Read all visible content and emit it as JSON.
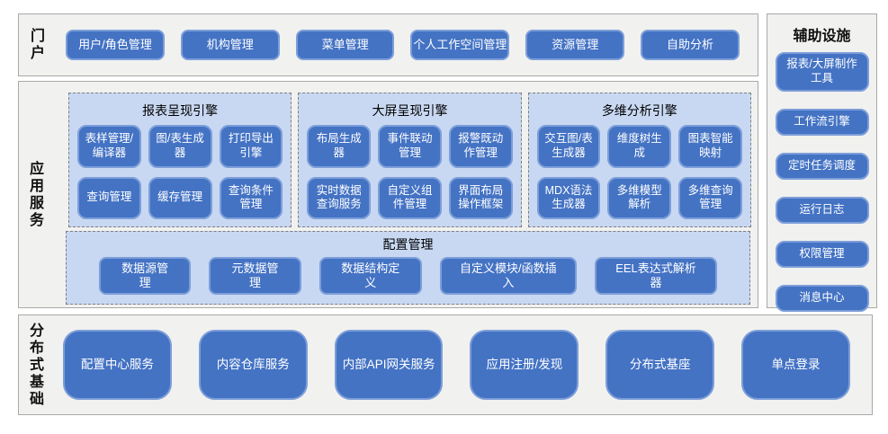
{
  "colors": {
    "section_bg": "#f1f1ef",
    "section_border": "#a9a9a9",
    "group_bg": "#c8d8f2",
    "group_border_dashed": "#7f7f7f",
    "button_bg": "#4473c4",
    "button_border": "#7c9ed9",
    "button_text": "#ffffff"
  },
  "portal": {
    "label": "门户",
    "items": [
      "用户/角色管理",
      "机构管理",
      "菜单管理",
      "个人工作空间管理",
      "资源管理",
      "自助分析"
    ]
  },
  "app_services": {
    "label": "应用服务",
    "engine_groups": [
      {
        "title": "报表呈现引擎",
        "items": [
          "表样管理/编译器",
          "图/表生成器",
          "打印导出引擎",
          "查询管理",
          "缓存管理",
          "查询条件管理"
        ]
      },
      {
        "title": "大屏呈现引擎",
        "items": [
          "布局生成器",
          "事件联动管理",
          "报警既动作管理",
          "实时数据查询服务",
          "自定义组件管理",
          "界面布局操作框架"
        ]
      },
      {
        "title": "多维分析引擎",
        "items": [
          "交互图/表生成器",
          "维度树生成",
          "图表智能映射",
          "MDX语法生成器",
          "多维模型解析",
          "多维查询管理"
        ]
      }
    ],
    "config_group": {
      "title": "配置管理",
      "items": [
        "数据源管理",
        "元数据管理",
        "数据结构定义",
        "自定义模块/函数插入",
        "EEL表达式解析器"
      ]
    }
  },
  "auxiliary": {
    "title": "辅助设施",
    "items": [
      "报表/大屏制作工具",
      "工作流引擎",
      "定时任务调度",
      "运行日志",
      "权限管理",
      "消息中心"
    ]
  },
  "distributed": {
    "label": "分布式基础",
    "items": [
      "配置中心服务",
      "内容仓库服务",
      "内部API网关服务",
      "应用注册/发现",
      "分布式基座",
      "单点登录"
    ]
  }
}
